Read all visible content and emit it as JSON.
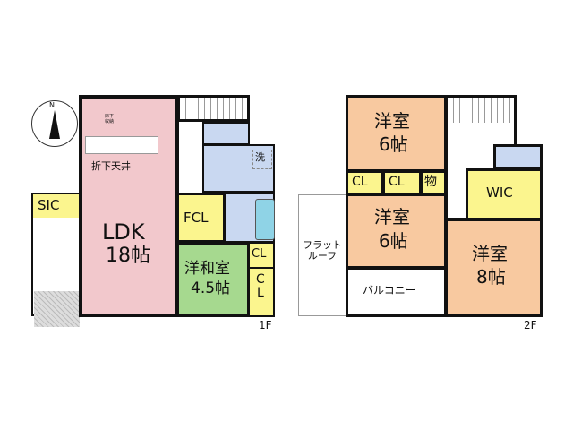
{
  "floor1": {
    "label": "1F",
    "ldk": {
      "name": "LDK",
      "size": "18帖"
    },
    "ceiling_note": "折下天井",
    "storage_note": "床下\n収納",
    "fcl": "FCL",
    "washitsu": {
      "name": "洋和室",
      "size": "4.5帖"
    },
    "cl1": "CL",
    "cl2": "C\nL",
    "sic": "SIC",
    "washer": "洗"
  },
  "floor2": {
    "label": "2F",
    "room1": {
      "name": "洋室",
      "size": "6帖"
    },
    "room2": {
      "name": "洋室",
      "size": "6帖"
    },
    "room3": {
      "name": "洋室",
      "size": "8帖"
    },
    "cl1": "CL",
    "cl2": "CL",
    "storage": "物",
    "wic": "WIC",
    "flat_roof": "フラット\nルーフ",
    "balcony": "バルコニー"
  },
  "compass": {
    "north": "N"
  },
  "colors": {
    "ldk": "#f2c8cc",
    "water": "#c9d8f1",
    "closet": "#fbf58e",
    "washitsu": "#a6d98f",
    "room": "#f8c9a0"
  }
}
